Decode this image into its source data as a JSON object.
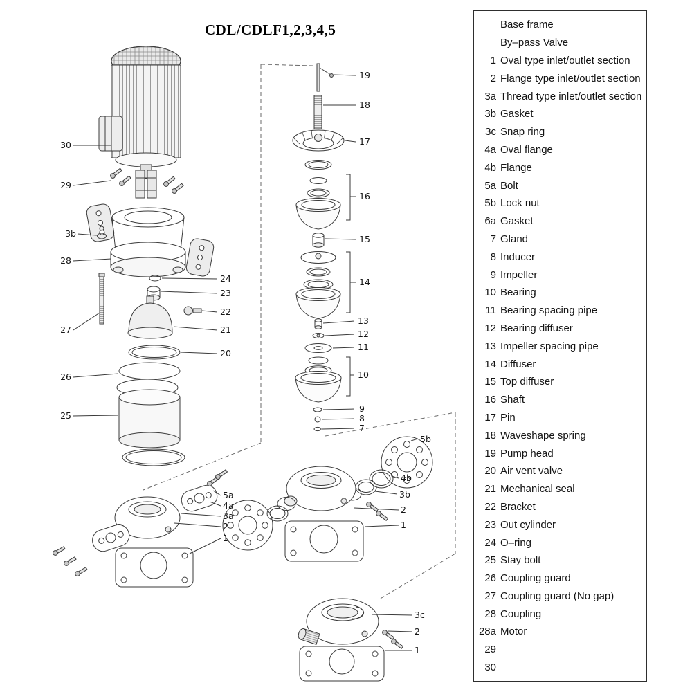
{
  "title": "CDL/CDLF1,2,3,4,5",
  "colors": {
    "line": "#3a3a3a",
    "panel_border": "#2e2e2e",
    "background": "#ffffff",
    "text": "#141414"
  },
  "parts_list": {
    "rows": [
      {
        "num": "",
        "label": "Base frame"
      },
      {
        "num": "",
        "label": "By–pass Valve"
      },
      {
        "num": "1",
        "label": "Oval type inlet/outlet section"
      },
      {
        "num": "2",
        "label": "Flange type inlet/outlet section"
      },
      {
        "num": "3a",
        "label": "Thread type inlet/outlet section"
      },
      {
        "num": "3b",
        "label": "Gasket"
      },
      {
        "num": "3c",
        "label": "Snap ring"
      },
      {
        "num": "4a",
        "label": "Oval flange"
      },
      {
        "num": "4b",
        "label": "Flange"
      },
      {
        "num": "5a",
        "label": "Bolt"
      },
      {
        "num": "5b",
        "label": "Lock nut"
      },
      {
        "num": "6a",
        "label": "Gasket"
      },
      {
        "num": "7",
        "label": "Gland"
      },
      {
        "num": "8",
        "label": "Inducer"
      },
      {
        "num": "9",
        "label": "Impeller"
      },
      {
        "num": "10",
        "label": "Bearing"
      },
      {
        "num": "11",
        "label": "Bearing spacing pipe"
      },
      {
        "num": "12",
        "label": "Bearing diffuser"
      },
      {
        "num": "13",
        "label": "Impeller spacing pipe"
      },
      {
        "num": "14",
        "label": "Diffuser"
      },
      {
        "num": "15",
        "label": "Top diffuser"
      },
      {
        "num": "16",
        "label": "Shaft"
      },
      {
        "num": "17",
        "label": "Pin"
      },
      {
        "num": "18",
        "label": "Waveshape spring"
      },
      {
        "num": "19",
        "label": "Pump head"
      },
      {
        "num": "20",
        "label": "Air vent valve"
      },
      {
        "num": "21",
        "label": "Mechanical seal"
      },
      {
        "num": "22",
        "label": "Bracket"
      },
      {
        "num": "23",
        "label": "Out cylinder"
      },
      {
        "num": "24",
        "label": "O–ring"
      },
      {
        "num": "25",
        "label": "Stay bolt"
      },
      {
        "num": "26",
        "label": "Coupling guard"
      },
      {
        "num": "27",
        "label": "Coupling guard (No gap)"
      },
      {
        "num": "28",
        "label": "Coupling"
      },
      {
        "num": "28a",
        "label": "Motor"
      },
      {
        "num": "29",
        "label": ""
      },
      {
        "num": "30",
        "label": ""
      }
    ]
  },
  "callouts": {
    "n30": "30",
    "n29": "29",
    "n3b_left": "3b",
    "n28": "28",
    "n27": "27",
    "n26": "26",
    "n25": "25",
    "n24": "24",
    "n23": "23",
    "n22": "22",
    "n21": "21",
    "n20": "20",
    "n19": "19",
    "n18": "18",
    "n17": "17",
    "n16": "16",
    "n15": "15",
    "n14": "14",
    "n13": "13",
    "n12": "12",
    "n11": "11",
    "n10": "10",
    "n9": "9",
    "n8": "8",
    "n7": "7",
    "n5b": "5b",
    "n4b": "4b",
    "n3b": "3b",
    "n2_flange": "2",
    "n1_flange": "1",
    "n5a": "5a",
    "n4a": "4a",
    "n3a": "3a",
    "n2_oval": "2",
    "n1_oval": "1",
    "n3c": "3c",
    "n2_thread": "2",
    "n1_thread": "1"
  }
}
